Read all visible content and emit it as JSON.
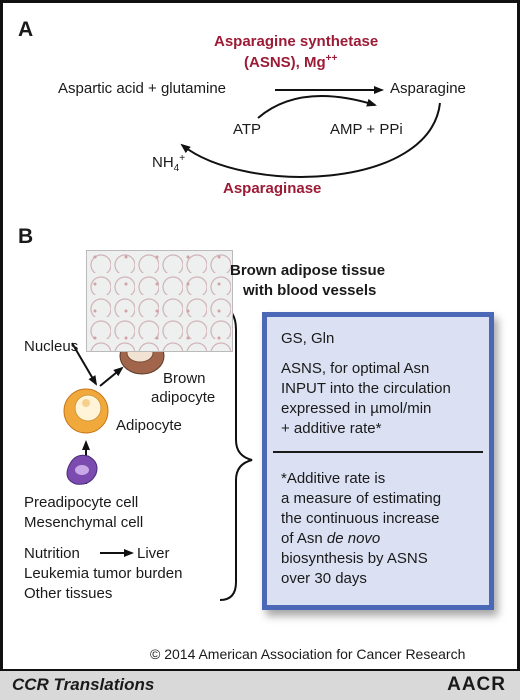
{
  "panel_a": {
    "letter": "A",
    "enzyme_line1": "Asparagine synthetase",
    "enzyme_line2": "(ASNS), Mg",
    "enzyme_sup": "++",
    "substrates": "Aspartic acid + glutamine",
    "product": "Asparagine",
    "atp": "ATP",
    "amp": "AMP + PPi",
    "nh4": "NH",
    "nh4_sub": "4",
    "nh4_sup": "+",
    "reverse_enzyme": "Asparaginase"
  },
  "panel_b": {
    "letter": "B",
    "tissue_line1": "Brown adipose tissue",
    "tissue_line2": "with blood vessels",
    "nucleus": "Nucleus",
    "brown_adipocyte_line1": "Brown",
    "brown_adipocyte_line2": "adipocyte",
    "adipocyte": "Adipocyte",
    "preadipocyte": "Preadipocyte cell",
    "mesenchymal": "Mesenchymal cell",
    "nutrition": "Nutrition",
    "liver": "Liver",
    "leukemia": "Leukemia tumor burden",
    "other": "Other tissues"
  },
  "box": {
    "line1": "GS, Gln",
    "line2": "ASNS, for optimal Asn",
    "line3": "INPUT into the circulation",
    "line4": "expressed in µmol/min",
    "line5": "+ additive rate*",
    "note1": "*Additive rate is",
    "note2": "a measure of estimating",
    "note3": "the continuous increase",
    "note4_a": "of Asn ",
    "note4_b": "de novo",
    "note5": "biosynthesis by ASNS",
    "note6": "over 30 days"
  },
  "footer": {
    "copyright": "© 2014 American Association for Cancer Research",
    "left": "CCR Translations",
    "right": "AACR"
  },
  "colors": {
    "enzyme_red": "#9c1b36",
    "box_fill": "#dbe1f3",
    "box_border": "#4b68b7",
    "adipocyte": "#f2a93b",
    "brown_adipocyte": "#a0654a",
    "preadipocyte": "#7b4bb0"
  }
}
